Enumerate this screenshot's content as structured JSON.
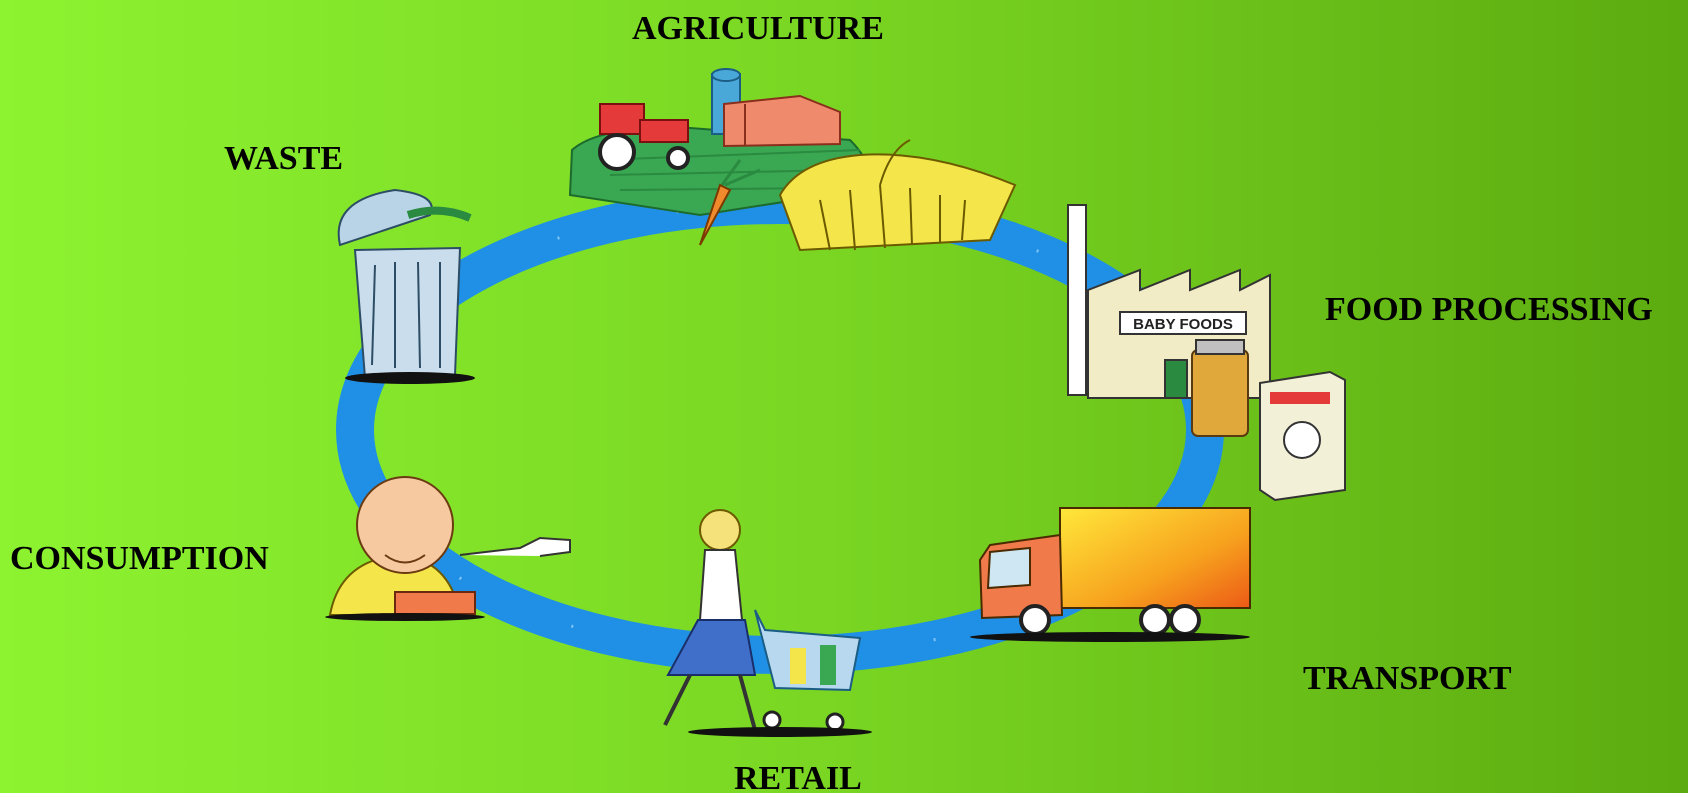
{
  "diagram": {
    "stages": {
      "agriculture": "AGRICULTURE",
      "food_processing": "FOOD PROCESSING",
      "transport": "TRANSPORT",
      "retail": "RETAIL",
      "consumption": "CONSUMPTION",
      "waste": "WASTE"
    },
    "factory_sign": "BABY FOODS"
  },
  "colors": {
    "background_left": "#8cf22e",
    "background_right": "#5eae12",
    "cycle_ring": "#2196e8",
    "truck_cargo": "#f5a020",
    "tractor": "#e43a3a"
  }
}
